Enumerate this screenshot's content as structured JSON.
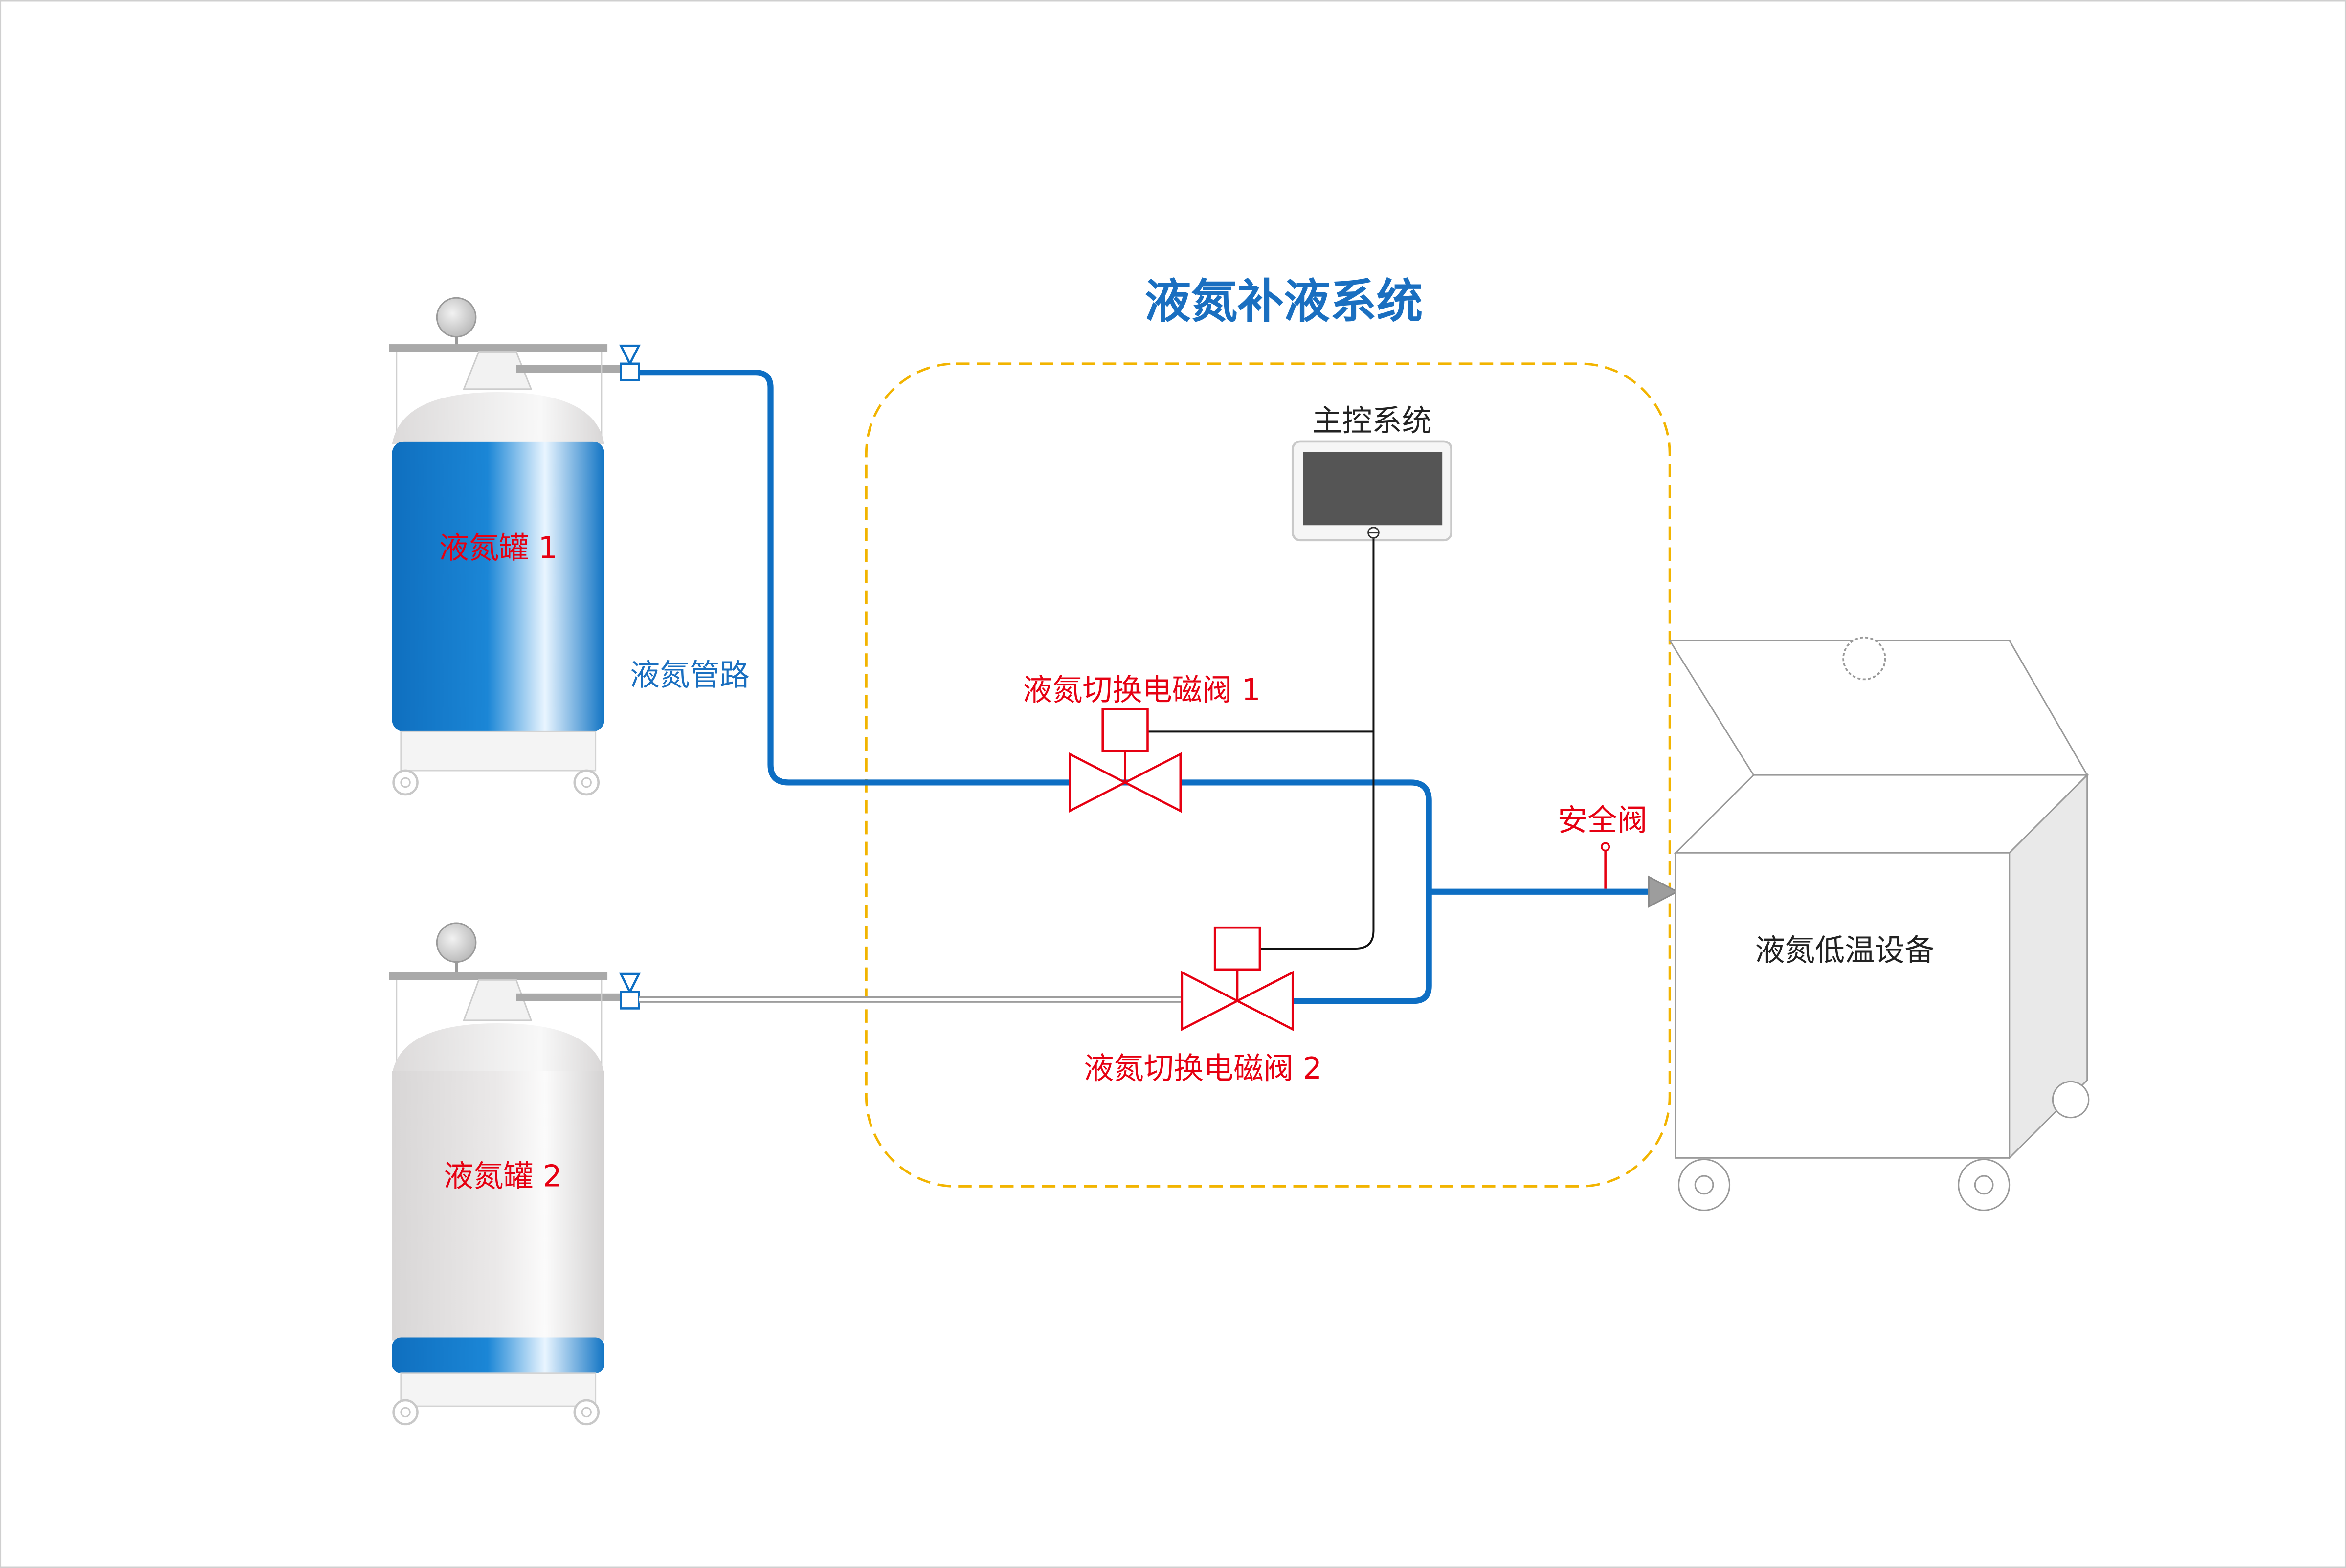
{
  "title": "液氮补液系统",
  "labels": {
    "tank1": "液氮罐 1",
    "tank2": "液氮罐 2",
    "pipeline": "液氮管路",
    "main_control": "主控系统",
    "valve1": "液氮切换电磁阀 1",
    "valve2": "液氮切换电磁阀 2",
    "safety_valve": "安全阀",
    "equipment": "液氮低温设备"
  },
  "colors": {
    "title": "#1a6fc0",
    "pipe": "#0d6ec3",
    "valve": "#e60012",
    "system_boundary": "#f2b400",
    "control_screen": "#555555"
  }
}
